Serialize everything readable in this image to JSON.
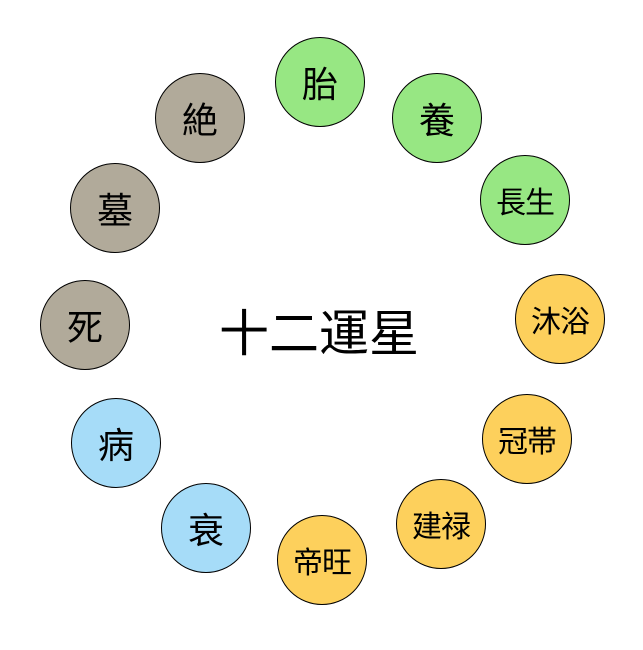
{
  "title": "十二運星",
  "colors": {
    "green": "#97e783",
    "orange": "#fdd05c",
    "blue": "#a6dcf8",
    "gray": "#b1aa9a"
  },
  "stars": [
    {
      "label": "胎",
      "color": "green"
    },
    {
      "label": "養",
      "color": "green"
    },
    {
      "label": "長生",
      "color": "green"
    },
    {
      "label": "沐浴",
      "color": "orange"
    },
    {
      "label": "冠帯",
      "color": "orange"
    },
    {
      "label": "建禄",
      "color": "orange"
    },
    {
      "label": "帝旺",
      "color": "orange"
    },
    {
      "label": "衰",
      "color": "blue"
    },
    {
      "label": "病",
      "color": "blue"
    },
    {
      "label": "死",
      "color": "gray"
    },
    {
      "label": "墓",
      "color": "gray"
    },
    {
      "label": "絶",
      "color": "gray"
    }
  ]
}
